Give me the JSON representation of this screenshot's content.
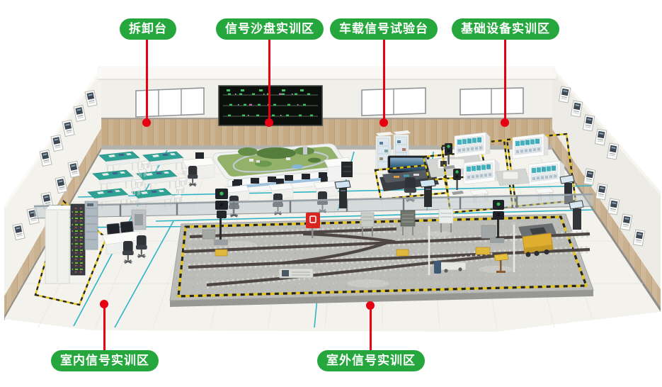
{
  "callouts": {
    "disassembly": {
      "text": "拆卸台"
    },
    "sandbox": {
      "text": "信号沙盘实训区"
    },
    "onboard_signal": {
      "text": "车载信号试验台"
    },
    "basic_equipment": {
      "text": "基础设备实训区"
    },
    "indoor_signal": {
      "text": "室内信号实训区"
    },
    "outdoor_signal": {
      "text": "室外信号实训区"
    }
  },
  "colors": {
    "label_background": "#25a73e",
    "label_text": "#ffffff",
    "connector_red": "#e60012",
    "zone_line_teal": "#2fb4c6",
    "hazard_yellow": "#e3c418",
    "workbench_teal": "#2ea295",
    "wood_panel": "#ccb392"
  }
}
